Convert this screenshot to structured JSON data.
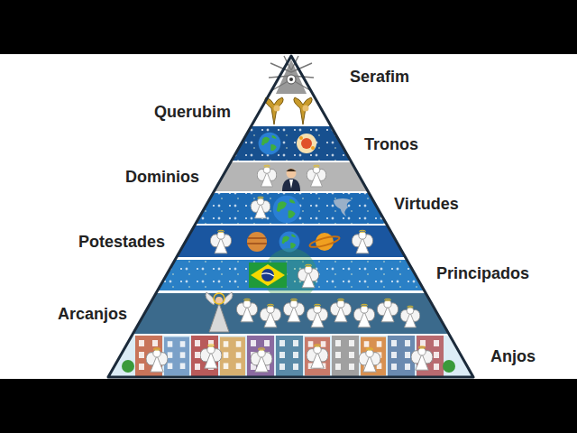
{
  "diagram": {
    "labels": [
      "Serafim",
      "Querubim",
      "Tronos",
      "Dominios",
      "Virtudes",
      "Potestades",
      "Principados",
      "Arcanjos",
      "Anjos"
    ]
  }
}
